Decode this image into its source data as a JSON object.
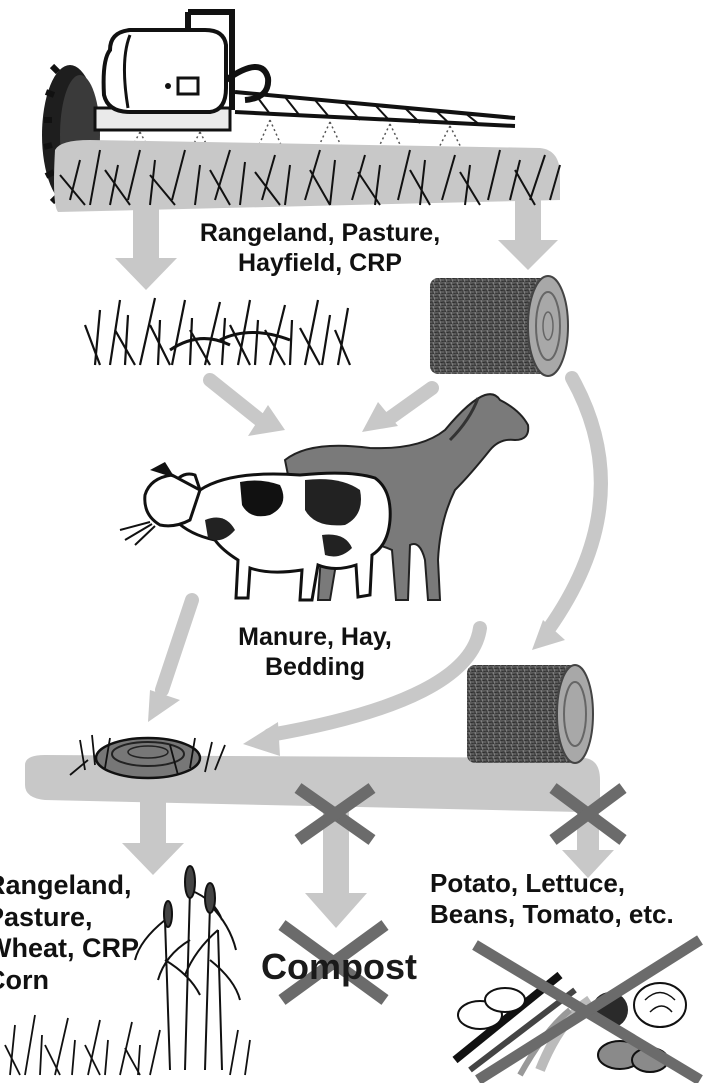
{
  "labels": {
    "top": [
      "Rangeland, Pasture,",
      "Hayfield, CRP"
    ],
    "middle": [
      "Manure, Hay,",
      "Bedding"
    ],
    "bottom_left": [
      "Rangeland,",
      "Pasture,",
      "Wheat, CRP",
      "Corn"
    ],
    "bottom_right": [
      "Potato, Lettuce,",
      "Beans, Tomato, etc."
    ],
    "compost": "Compost"
  },
  "icons": {
    "sprayer": "tractor-sprayer-icon",
    "grass": "grass-icon",
    "hay_bale": "hay-bale-icon",
    "cow": "cow-icon",
    "horse": "horse-icon",
    "manure": "manure-pile-icon",
    "corn": "corn-plant-icon",
    "vegetables": "vegetables-icon",
    "prohibited": "x-mark-icon"
  },
  "colors": {
    "arrow": "#c8c8c8",
    "x_mark": "#6b6b6b",
    "text": "#111111"
  }
}
